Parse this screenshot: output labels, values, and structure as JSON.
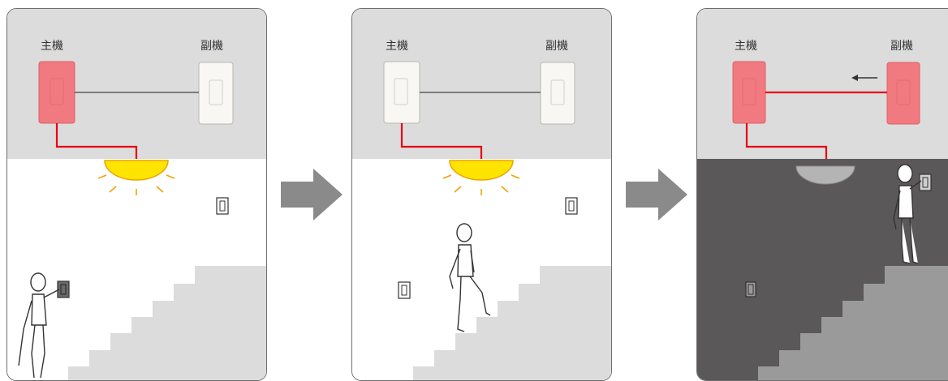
{
  "panels": [
    {
      "main_label": "主機",
      "sub_label": "副機",
      "main_state": "on",
      "sub_state": "off",
      "light": "on"
    },
    {
      "main_label": "主機",
      "sub_label": "副機",
      "main_state": "off",
      "sub_state": "off",
      "light": "on"
    },
    {
      "main_label": "主機",
      "sub_label": "副機",
      "main_state": "on",
      "sub_state": "on",
      "light": "off"
    }
  ],
  "colors": {
    "active_red": "#f07a7f",
    "wire_red": "#e60012",
    "lamp_yellow": "#ffe400",
    "ceiling_gray": "#dcdcdc",
    "dark_room": "#5a5859",
    "stairs_light": "#dcdcdc",
    "stairs_dark": "#9a9a9a",
    "arrow_gray": "#8a8a8a"
  }
}
